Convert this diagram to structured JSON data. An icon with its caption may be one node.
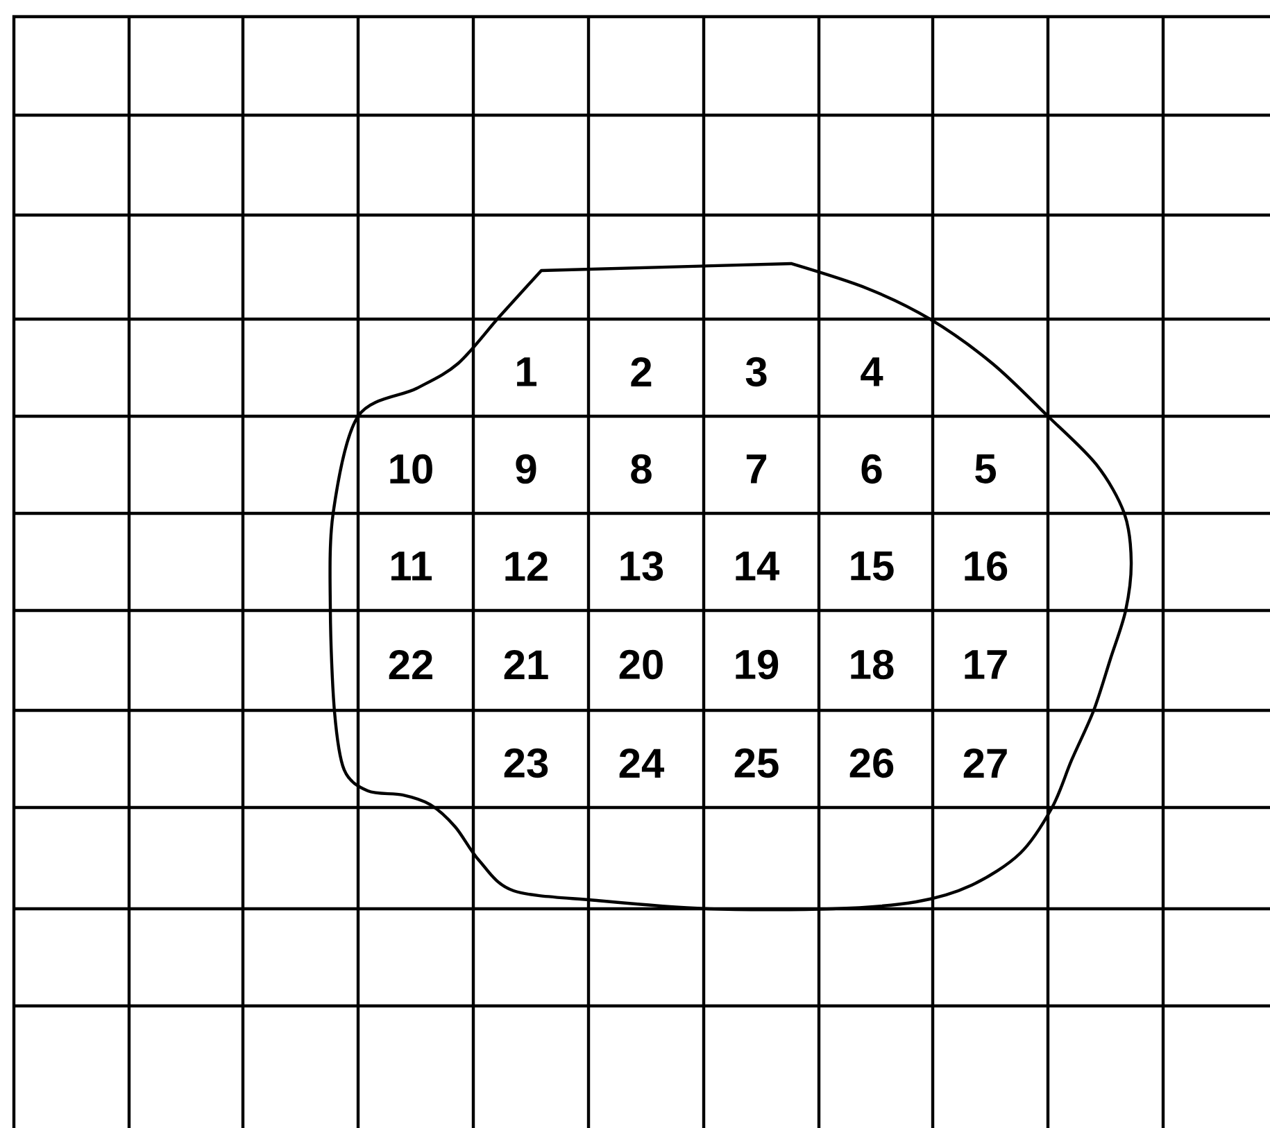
{
  "diagram": {
    "labels": [
      "1",
      "2",
      "3",
      "4",
      "10",
      "9",
      "8",
      "7",
      "6",
      "5",
      "11",
      "12",
      "13",
      "14",
      "15",
      "16",
      "22",
      "21",
      "20",
      "19",
      "18",
      "17",
      "23",
      "24",
      "25",
      "26",
      "27"
    ]
  }
}
